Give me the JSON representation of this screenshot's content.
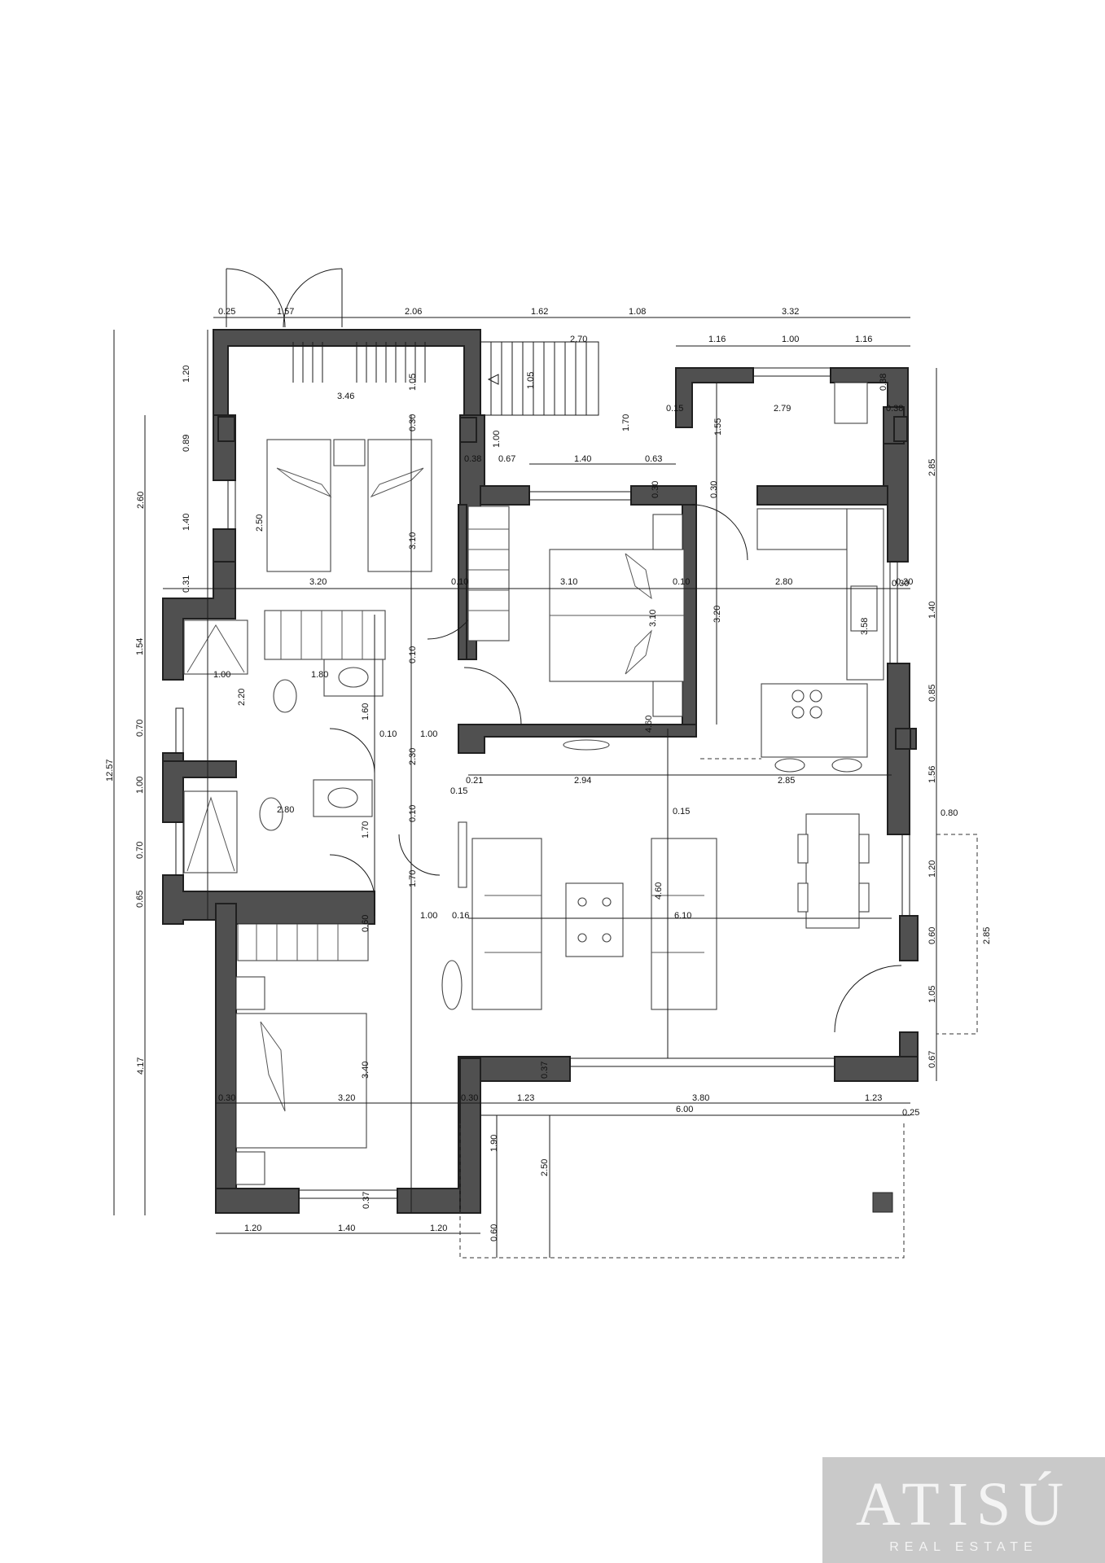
{
  "plan": {
    "dimensions": {
      "top_row_1": [
        "0.25",
        "1.57",
        "2.06",
        "1.62",
        "1.08",
        "3.32"
      ],
      "top_row_2": [
        "2.70",
        "1.16",
        "1.00",
        "1.16"
      ],
      "left_outer": [
        "12.57"
      ],
      "left_mid": [
        "2.60",
        "4.17"
      ],
      "left_inner": [
        "1.20",
        "0.89",
        "1.40",
        "0.31",
        "1.54",
        "0.70",
        "1.00",
        "0.70",
        "0.65"
      ],
      "right_side": [
        "2.85",
        "1.40",
        "0.85",
        "1.56",
        "1.20",
        "0.60",
        "1.05",
        "0.67",
        "2.85"
      ],
      "right_small": [
        "0.30",
        "0.80",
        "0.25"
      ],
      "bottom_row": [
        "1.20",
        "1.40",
        "1.20"
      ],
      "bottom_terrace": [
        "0.30",
        "1.23",
        "3.80",
        "1.23",
        "6.00"
      ],
      "terrace_vertical": [
        "1.90",
        "2.50",
        "0.60",
        "0.37"
      ],
      "interior": [
        "3.46",
        "1.05",
        "0.30",
        "1.05",
        "1.00",
        "1.70",
        "0.15",
        "2.79",
        "0.38",
        "1.55",
        "0.38",
        "0.67",
        "1.40",
        "0.63",
        "0.30",
        "0.30",
        "2.50",
        "3.10",
        "3.20",
        "0.10",
        "3.10",
        "0.10",
        "2.80",
        "3.20",
        "3.10",
        "0.30",
        "3.58",
        "1.00",
        "1.80",
        "2.20",
        "0.10",
        "1.60",
        "0.10",
        "1.00",
        "2.30",
        "4.60",
        "0.21",
        "2.94",
        "2.85",
        "0.15",
        "2.80",
        "0.10",
        "1.70",
        "1.70",
        "1.00",
        "0.16",
        "0.60",
        "4.60",
        "6.10",
        "3.40",
        "3.20",
        "0.30",
        "0.37",
        "0.15",
        "0.38"
      ]
    }
  },
  "logo": {
    "name": "ATISÚ",
    "tagline": "REAL ESTATE"
  }
}
